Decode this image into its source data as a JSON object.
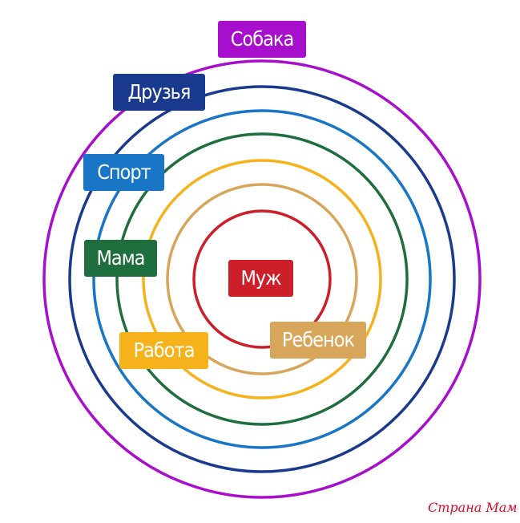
{
  "rings": [
    {
      "label": "Муж",
      "color": "#cc1f2a"
    },
    {
      "label": "Ребенок",
      "color": "#d8a65a"
    },
    {
      "label": "Работа",
      "color": "#f5b21b"
    },
    {
      "label": "Мама",
      "color": "#1f6e3d"
    },
    {
      "label": "Спорт",
      "color": "#1976c7"
    },
    {
      "label": "Друзья",
      "color": "#1a3a8e"
    },
    {
      "label": "Собака",
      "color": "#a70fcd"
    }
  ],
  "watermark": "Страна Мам"
}
